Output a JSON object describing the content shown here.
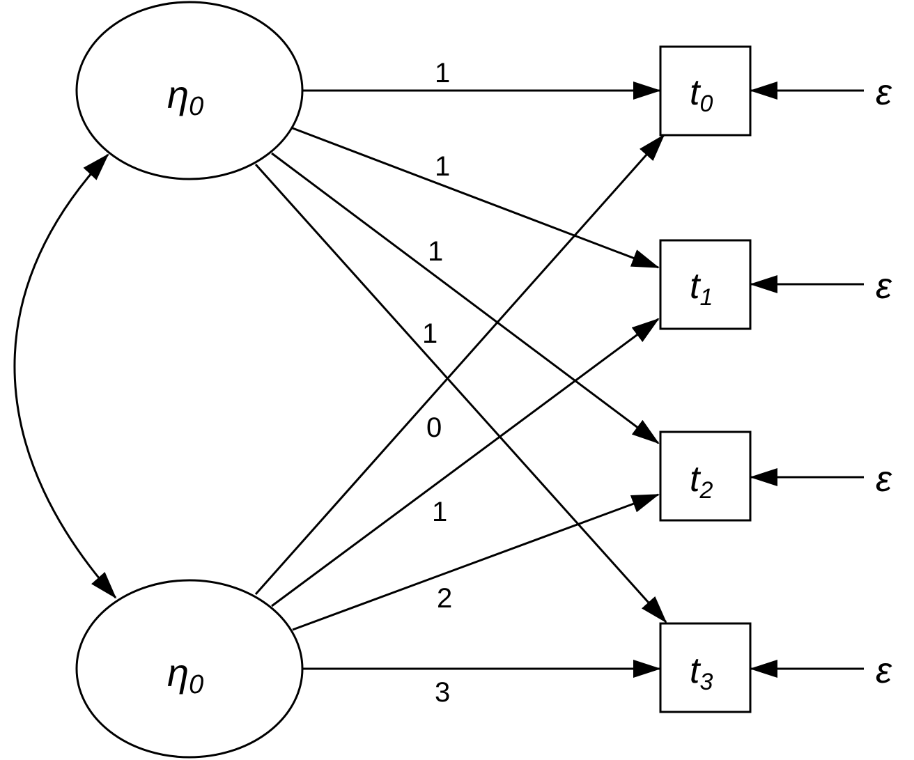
{
  "diagram": {
    "latent_nodes": [
      {
        "id": "top",
        "symbol": "η",
        "subscript": "0"
      },
      {
        "id": "bottom",
        "symbol": "η",
        "subscript": "0"
      }
    ],
    "observed_nodes": [
      {
        "id": "t0",
        "symbol": "t",
        "subscript": "0"
      },
      {
        "id": "t1",
        "symbol": "t",
        "subscript": "1"
      },
      {
        "id": "t2",
        "symbol": "t",
        "subscript": "2"
      },
      {
        "id": "t3",
        "symbol": "t",
        "subscript": "3"
      }
    ],
    "error_terms": [
      "ε",
      "ε",
      "ε",
      "ε"
    ],
    "loadings_top": [
      "1",
      "1",
      "1",
      "1"
    ],
    "loadings_bottom": [
      "0",
      "1",
      "2",
      "3"
    ],
    "covariance": {
      "from": "top",
      "to": "bottom",
      "bidirectional": true
    }
  }
}
